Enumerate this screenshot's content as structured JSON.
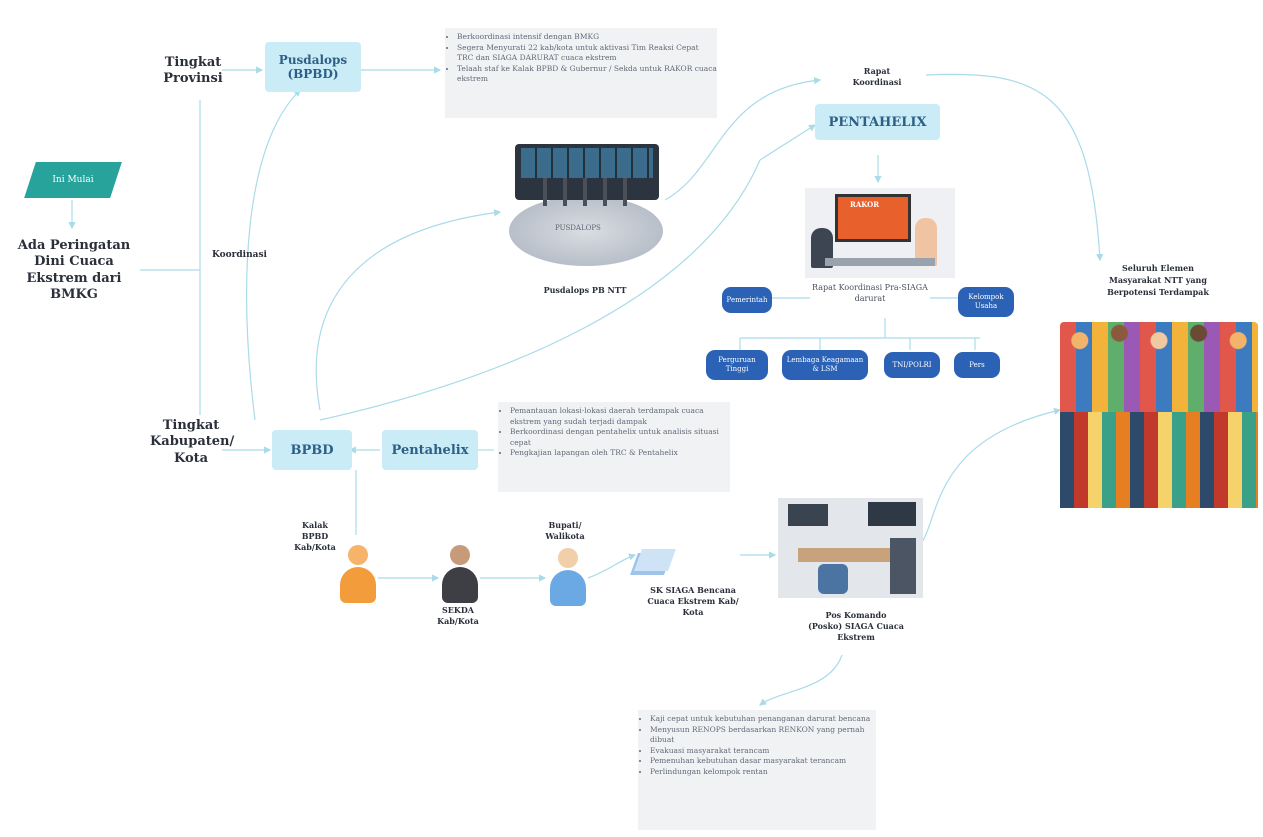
{
  "start_label": "Ini Mulai",
  "warning_text": "Ada Peringatan Dini Cuaca Ekstrem dari BMKG",
  "koordinasi_label": "Koordinasi",
  "level_province": "Tingkat Provinsi",
  "level_regency": "Tingkat Kabupaten/ Kota",
  "pusdalops_box": "Pusdalops (BPBD)",
  "bpbd_box": "BPBD",
  "pentahelix_box": "Pentahelix",
  "pentahelix_top": "PENTAHELIX",
  "rapat_koordinasi": "Rapat Koordinasi",
  "pusdalops_caption": "Pusdalops PB NTT",
  "rakor_caption": "Rapat Koordinasi Pra-SIAGA darurat",
  "province_bullets": [
    "Berkoordinasi intensif dengan BMKG",
    "Segera Menyurati 22 kab/kota untuk aktivasi Tim Reaksi Cepat TRC dan SIAGA DARURAT cuaca ekstrem",
    "Telaah staf ke Kalak BPBD & Gubernur / Sekda untuk RAKOR cuaca ekstrem"
  ],
  "regency_bullets": [
    "Pemantauan lokasi-lokasi daerah terdampak cuaca ekstrem yang sudah terjadi dampak",
    "Berkoordinasi dengan pentahelix untuk analisis situasi cepat",
    "Pengkajian lapangan oleh TRC & Pentahelix"
  ],
  "posko_bullets": [
    "Kaji cepat untuk kebutuhan penanganan darurat bencana",
    "Menyusun RENOPS berdasarkan RENKON yang pernah dibuat",
    "Evakuasi masyarakat terancam",
    "Pemenuhan kebutuhan dasar masyarakat terancam",
    "Perlindungan kelompok rentan"
  ],
  "stakeholders_top": [
    "Pemerintah",
    "Kelompok Usaha"
  ],
  "stakeholders_bottom": [
    "Perguruan Tinggi",
    "Lembaga Keagamaan & LSM",
    "TNI/POLRI",
    "Pers"
  ],
  "kalak_label": "Kalak BPBD Kab/Kota",
  "sekda_label": "SEKDA Kab/Kota",
  "bupati_label": "Bupati/ Walikota",
  "sk_label": "SK SIAGA Bencana Cuaca Ekstrem Kab/ Kota",
  "posko_label": "Pos Komando (Posko) SIAGA Cuaca Ekstrem",
  "community_label": "Seluruh Elemen Masyarakat NTT yang Berpotensi Terdampak",
  "rakor_screen": "RAKOR",
  "pusdalops_screen": "PUSDALOPS",
  "colors": {
    "accent_box": "#c9ecf7",
    "pill": "#2b62b6",
    "teal": "#27a39c",
    "arrow": "#a9dbe9"
  }
}
